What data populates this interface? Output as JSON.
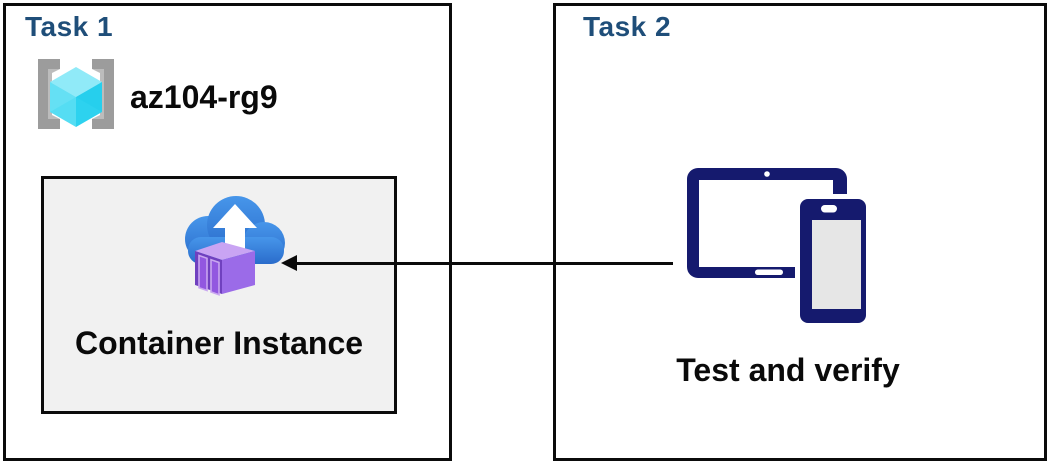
{
  "diagram": {
    "task1": {
      "title": "Task 1",
      "resource_group_name": "az104-rg9",
      "container_label": "Container Instance"
    },
    "task2": {
      "title": "Task 2",
      "caption": "Test and verify"
    },
    "arrow": {
      "from": "devices-icon",
      "to": "container-instance-icon",
      "direction": "left"
    }
  },
  "icons": {
    "resource_group": "resource-group-icon",
    "container_instance": "container-instance-icon",
    "devices": "devices-icon"
  },
  "colors": {
    "title_navy": "#1F4E79",
    "text_black": "#0a0a0a",
    "box_border": "#0b0b0b",
    "ci_box_background": "#F1F1F1",
    "device_navy": "#151A6E",
    "device_screen_gray": "#E6E6E6",
    "cloud_blue_light": "#4796EA",
    "cloud_blue_dark": "#2A6CCB",
    "container_purple_top": "#C9A4F3",
    "container_purple_right": "#9B6BE8",
    "container_purple_left": "#7040BF",
    "cube_cyan_top": "#90EAF8",
    "cube_cyan_left": "#55DDF3",
    "cube_cyan_right": "#2DD2EF",
    "bracket_gray": "#9C9C9C"
  }
}
